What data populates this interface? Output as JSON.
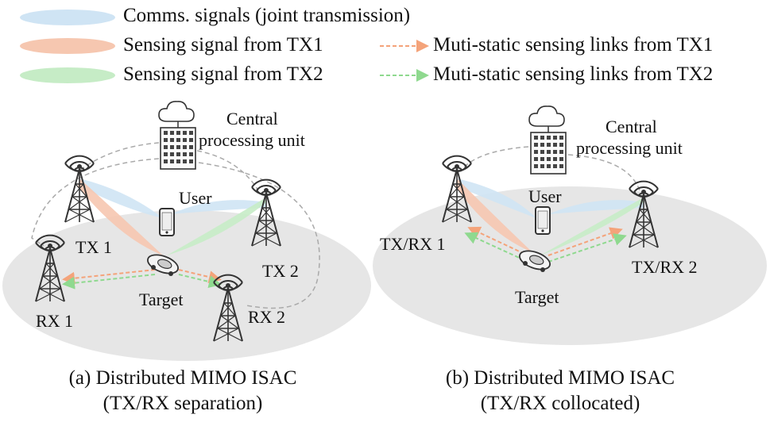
{
  "legend": {
    "comms": "Comms. signals (joint transmission)",
    "sensing_tx1": "Sensing signal from TX1",
    "sensing_tx2": "Sensing signal from TX2",
    "links_tx1": "Muti-static sensing links from TX1",
    "links_tx2": "Muti-static sensing links from TX2"
  },
  "colors": {
    "comms": "#cfe4f4",
    "sensing_tx1": "#f6c7b0",
    "sensing_tx2": "#c6ecc6",
    "link_tx1": "#f4a37a",
    "link_tx2": "#8fd98f",
    "ground": "#e6e6e6"
  },
  "left": {
    "cpu": "Central\nprocessing unit",
    "cpu_line1": "Central",
    "cpu_line2": "processing unit",
    "user": "User",
    "tx1": "TX 1",
    "tx2": "TX 2",
    "rx1": "RX 1",
    "rx2": "RX 2",
    "target": "Target",
    "caption_line1": "(a) Distributed MIMO ISAC",
    "caption_line2": "(TX/RX separation)"
  },
  "right": {
    "cpu_line1": "Central",
    "cpu_line2": "processing unit",
    "user": "User",
    "txrx1": "TX/RX 1",
    "txrx2": "TX/RX 2",
    "target": "Target",
    "caption_line1": "(b) Distributed MIMO ISAC",
    "caption_line2": "(TX/RX collocated)"
  }
}
